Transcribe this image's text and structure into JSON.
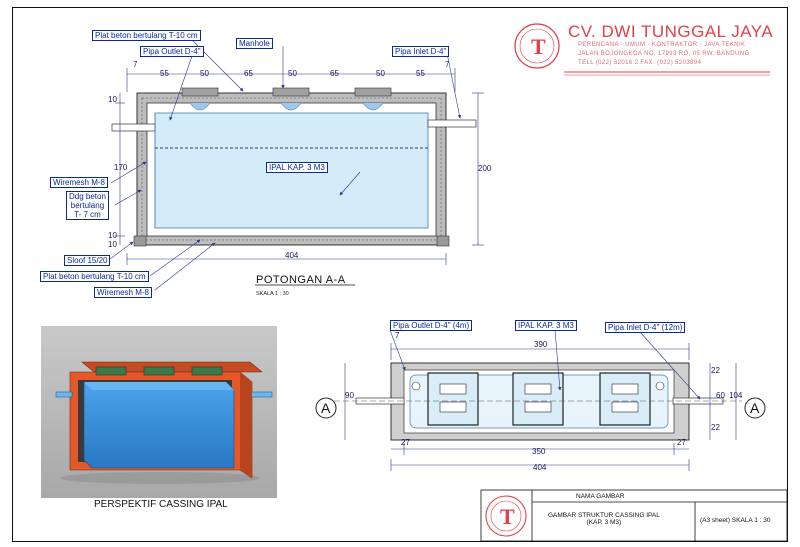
{
  "company": {
    "name": "CV. DWI TUNGGAL JAYA",
    "line1": "PERENCANA · UMUM · KONTRAKTOR · JAVA TEKNIK",
    "line2": "JALAN BOJONGKOA NO. 17993 RO. 05 RW. BANDUNG",
    "line3": "TELL (022) 52016 2 FAX. (022) 5203894",
    "stamp_letter": "T"
  },
  "section": {
    "title": "POTONGAN A-A",
    "scale": "SKALA      1 : 30",
    "top_dims": [
      "7",
      "55",
      "50",
      "65",
      "50",
      "65",
      "50",
      "55",
      "7"
    ],
    "width_dim": "404",
    "height_dim": "200",
    "left_dims": [
      "10",
      "170",
      "10",
      "10"
    ],
    "labels": {
      "plat_top": "Plat beton bertulang T-10 cm",
      "pipa_outlet": "Pipa Outlet D-4\"",
      "manhole": "Manhole",
      "pipa_inlet": "Pipa Inlet D-4\"",
      "ipal": "IPAL KAP. 3 M3",
      "wiremesh_side": "Wiremesh M-8",
      "ddg": "Ddg beton\nbertulang\nT- 7 cm",
      "sloof": "Sloof 15/20",
      "plat_bottom": "Plat beton bertulang T-10 cm",
      "wiremesh_bottom": "Wiremesh M-8"
    }
  },
  "plan": {
    "labels": {
      "outlet": "Pipa Outlet D-4\" (4m)",
      "ipal": "IPAL KAP. 3 M3",
      "inlet": "Pipa Inlet D-4\" (12m)"
    },
    "dims": {
      "top_small": "7",
      "top": "390",
      "left": "90",
      "right_top": "22",
      "right_mid": "60",
      "right_total": "104",
      "right_bottom": "22",
      "bottom_left": "27",
      "bottom_right": "27",
      "inner": "350",
      "total": "404"
    },
    "section_marker": "A"
  },
  "perspective": {
    "caption": "PERSPEKTIF CASSING IPAL"
  },
  "title_block": {
    "header": "NAMA GAMBAR",
    "drawing_name": "GAMBAR STRUKTUR CASSING IPAL\n(KAP. 3 M3)",
    "sheet": "(A3 sheet) SKALA     1 : 30"
  },
  "colors": {
    "concrete": "#8c8c8c",
    "water": "#cfe8f8",
    "dim_line": "#2a3a8a",
    "stamp": "#e0404a",
    "tank_blue": "#3a8fd8",
    "casing_orange": "#e5582a"
  }
}
